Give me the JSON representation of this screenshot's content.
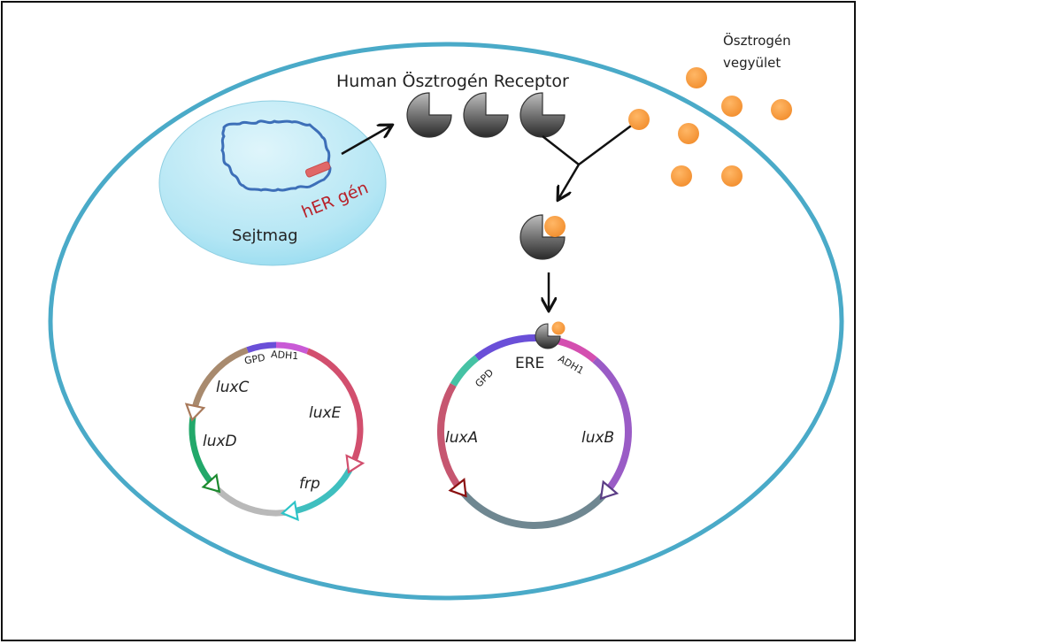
{
  "labels": {
    "nucleus": "Sejtmag",
    "gene": "hER gén",
    "receptor_title": "Human Ösztrogén Receptor",
    "compound": [
      "Ösztrogén",
      "vegyület"
    ],
    "ere": "ERE"
  },
  "plasmid_reporter": {
    "segments": [
      {
        "name": "GPD",
        "color": "#6a4fd8"
      },
      {
        "name": "ADH1",
        "color": "#c95ad6"
      },
      {
        "name": "luxE",
        "color": "#d24f6e"
      },
      {
        "name": "frp",
        "color": "#3fbfbf"
      },
      {
        "name": "spacer",
        "color": "#b9b9b9"
      },
      {
        "name": "luxD",
        "color": "#22a86a"
      },
      {
        "name": "luxC",
        "color": "#a88a6e"
      }
    ],
    "labels": {
      "gpd": "GPD",
      "adh1": "ADH1",
      "luxC": "luxC",
      "luxE": "luxE",
      "luxD": "luxD",
      "frp": "frp"
    }
  },
  "plasmid_sensor": {
    "segments": [
      {
        "name": "ERE",
        "color": "#6a4fd8"
      },
      {
        "name": "ADH1",
        "color": "#d44fb0"
      },
      {
        "name": "luxB",
        "color": "#9a5cc6"
      },
      {
        "name": "backbone",
        "color": "#6f8791"
      },
      {
        "name": "luxA",
        "color": "#c65670"
      },
      {
        "name": "GPD",
        "color": "#45c2a4"
      }
    ],
    "labels": {
      "gpd": "GPD",
      "adh1": "ADH1",
      "luxA": "luxA",
      "luxB": "luxB"
    }
  },
  "colors": {
    "cell_membrane": "#4aaac8",
    "ligand": "#f59a3c",
    "gene_text": "#b8222a",
    "gene_bar": "#e06868",
    "dna": "#3d6fb8"
  }
}
